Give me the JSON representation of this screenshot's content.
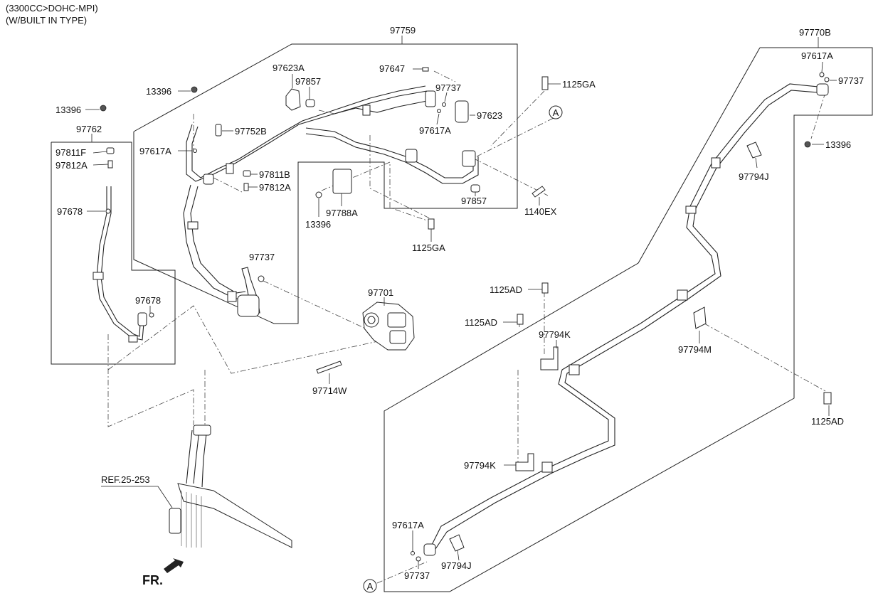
{
  "header": {
    "line1": "(3300CC>DOHC-MPI)",
    "line2": "(W/BUILT IN TYPE)"
  },
  "ref_label": "REF.25-253",
  "front_label": "FR.",
  "circle_ref": "A",
  "labels": {
    "p97759": "97759",
    "p97770B": "97770B",
    "p97762": "97762",
    "p13396_a": "13396",
    "p13396_b": "13396",
    "p13396_c": "13396",
    "p13396_d": "13396",
    "p97811F": "97811F",
    "p97812A_a": "97812A",
    "p97678_a": "97678",
    "p97678_b": "97678",
    "p97623A": "97623A",
    "p97857_a": "97857",
    "p97857_b": "97857",
    "p97647": "97647",
    "p97737_a": "97737",
    "p97737_b": "97737",
    "p97737_c": "97737",
    "p97737_d": "97737",
    "p97623": "97623",
    "p97617A_a": "97617A",
    "p97617A_b": "97617A",
    "p97617A_c": "97617A",
    "p97617A_d": "97617A",
    "p97752B": "97752B",
    "p97811B": "97811B",
    "p97812A_b": "97812A",
    "p97788A": "97788A",
    "p1125GA_a": "1125GA",
    "p1125GA_b": "1125GA",
    "p1140EX": "1140EX",
    "p97701": "97701",
    "p97714W": "97714W",
    "p1125AD_a": "1125AD",
    "p1125AD_b": "1125AD",
    "p1125AD_c": "1125AD",
    "p97794K_a": "97794K",
    "p97794K_b": "97794K",
    "p97794M": "97794M",
    "p97794J_a": "97794J",
    "p97794J_b": "97794J"
  }
}
